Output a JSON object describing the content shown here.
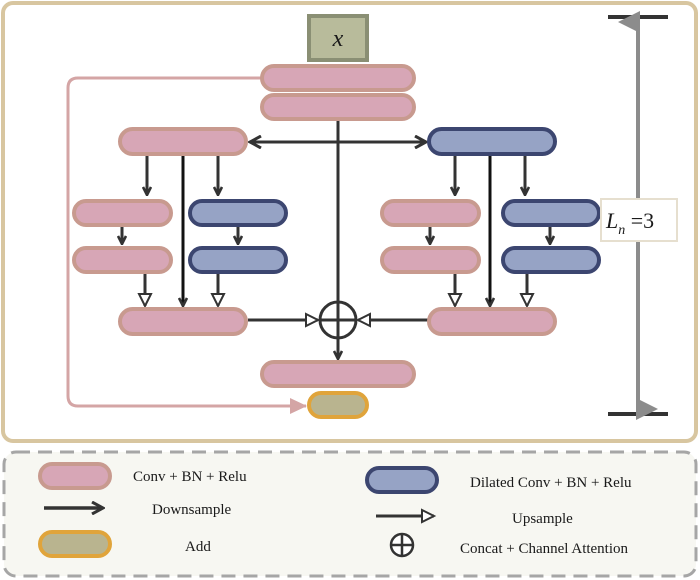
{
  "colors": {
    "frame": "#d8c6a0",
    "pink_fill": "#d7a6b6",
    "pink_stroke": "#c89a8f",
    "blue_fill": "#96a3c5",
    "blue_stroke": "#3c4670",
    "arrow_dark": "#333333",
    "input_fill": "#b8bb9b",
    "input_stroke": "#8a8f74",
    "add_fill": "#b9b48f",
    "add_stroke": "#e0a43b",
    "skip_arrow": "#d4a5a5",
    "legend_border": "#a6a6a6",
    "ln_line": "#8c8c8c"
  },
  "diagram": {
    "input_label": "x",
    "ln_var": "L",
    "ln_sub": "n",
    "ln_rest": " =3"
  },
  "legend": {
    "conv": "Conv + BN + Relu",
    "downsample": "Downsample",
    "add": "Add",
    "dilated": "Dilated Conv + BN + Relu",
    "upsample": "Upsample",
    "concat": "Concat + Channel Attention"
  }
}
